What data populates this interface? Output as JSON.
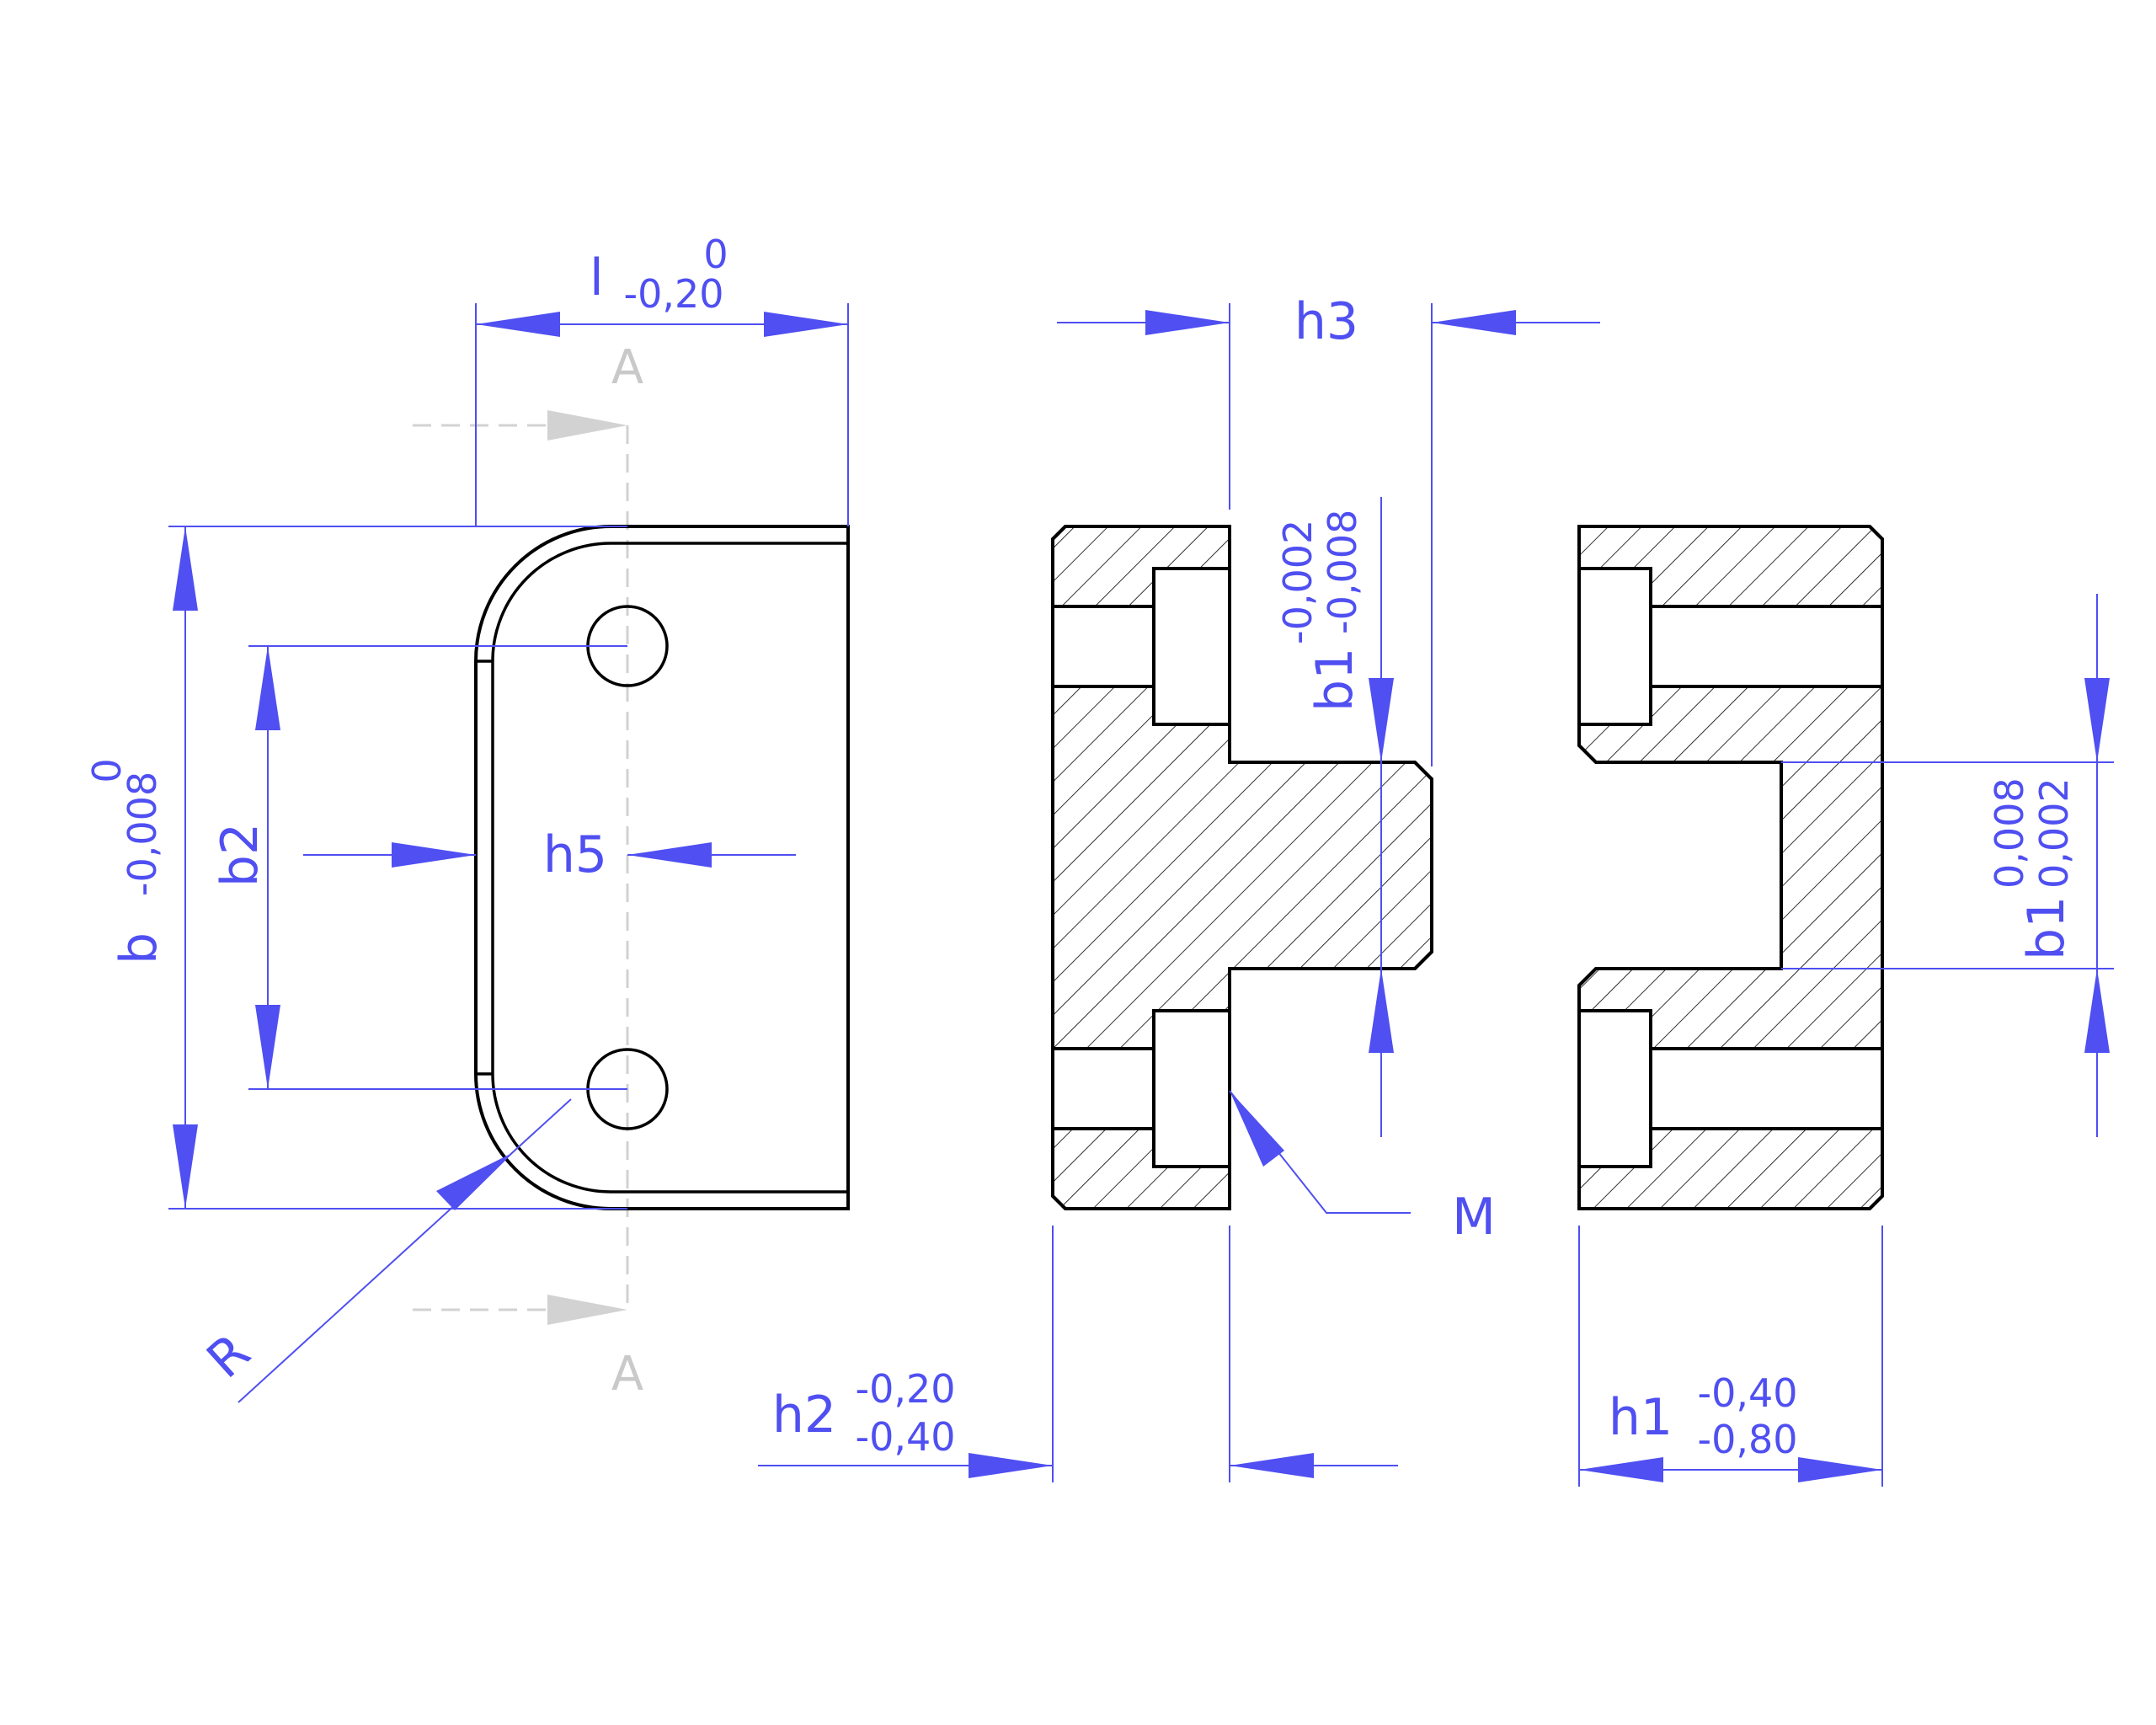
{
  "colors": {
    "dimension": "#4f4ff2",
    "outline": "#000000",
    "section_marker": "#d2d2d2",
    "background": "#ffffff"
  },
  "dimensions": {
    "l": {
      "symbol": "l",
      "upper": "0",
      "lower": "-0,20"
    },
    "b": {
      "symbol": "b",
      "upper": "0",
      "lower": "-0,008"
    },
    "b2": {
      "symbol": "b2"
    },
    "h5": {
      "symbol": "h5"
    },
    "R": {
      "symbol": "R"
    },
    "h3": {
      "symbol": "h3"
    },
    "b1_left": {
      "symbol": "b1",
      "upper": "-0,002",
      "lower": "-0,008"
    },
    "b1_right": {
      "symbol": "b1",
      "upper": "0,008",
      "lower": "0,002"
    },
    "M": {
      "symbol": "M"
    },
    "h2": {
      "symbol": "h2",
      "upper": "-0,20",
      "lower": "-0,40"
    },
    "h1": {
      "symbol": "h1",
      "upper": "-0,40",
      "lower": "-0,80"
    }
  },
  "section_markers": {
    "top": "A",
    "bottom": "A"
  }
}
